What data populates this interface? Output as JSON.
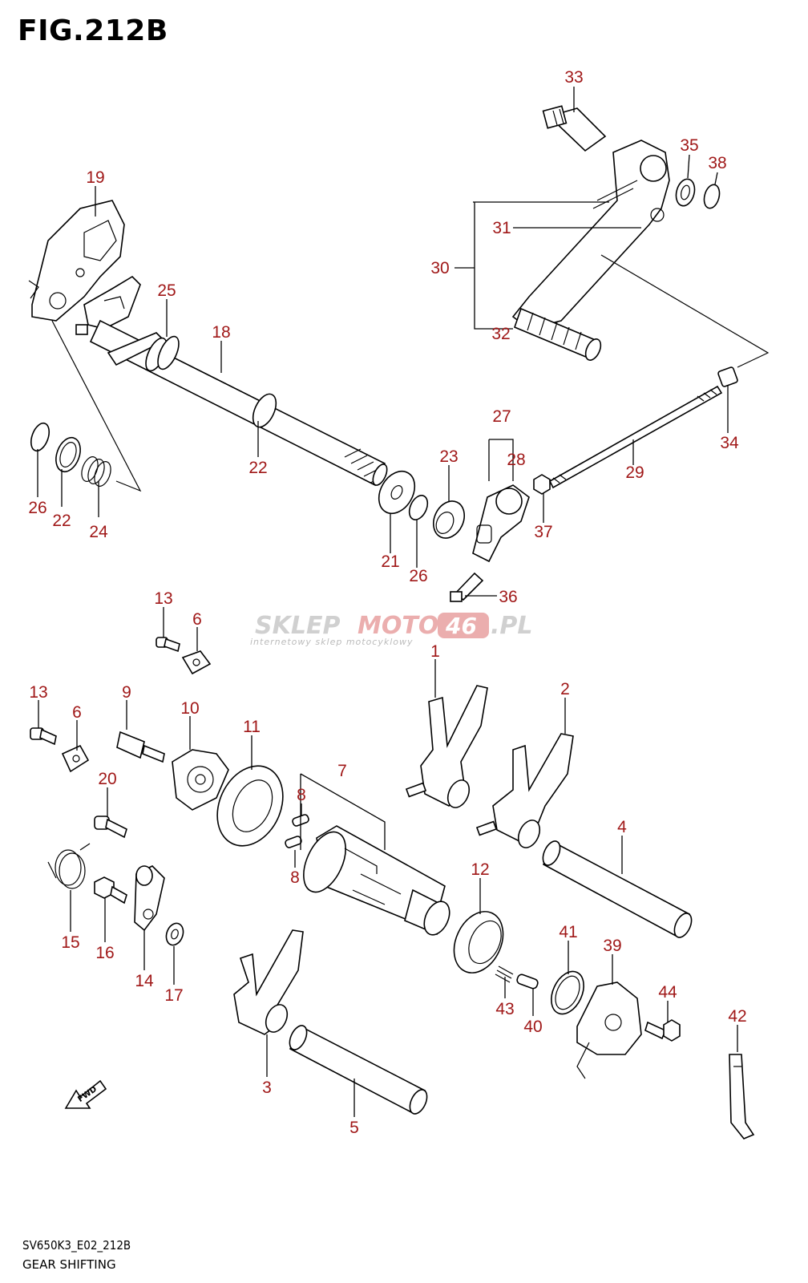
{
  "figure": {
    "title": "FIG.212B",
    "code": "SV650K3_E02_212B",
    "name": "GEAR SHIFTING"
  },
  "watermark": {
    "brand_left": "SKLEP",
    "brand_mid": "MOTO",
    "brand_num": "46",
    "brand_tld": ".PL",
    "tagline": "internetowy sklep motocyklowy"
  },
  "fwd_label": "FWD",
  "colors": {
    "callout": "#a01818",
    "line": "#000000",
    "watermark_red": "#e8a0a0",
    "watermark_grey": "#c8c8c8"
  },
  "callouts": [
    {
      "id": "c33",
      "label": "33"
    },
    {
      "id": "c35",
      "label": "35"
    },
    {
      "id": "c38",
      "label": "38"
    },
    {
      "id": "c19",
      "label": "19"
    },
    {
      "id": "c31",
      "label": "31"
    },
    {
      "id": "c30",
      "label": "30"
    },
    {
      "id": "c25",
      "label": "25"
    },
    {
      "id": "c18",
      "label": "18"
    },
    {
      "id": "c32",
      "label": "32"
    },
    {
      "id": "c34",
      "label": "34"
    },
    {
      "id": "c27",
      "label": "27"
    },
    {
      "id": "c23",
      "label": "23"
    },
    {
      "id": "c28",
      "label": "28"
    },
    {
      "id": "c29",
      "label": "29"
    },
    {
      "id": "c22a",
      "label": "22"
    },
    {
      "id": "c26a",
      "label": "26"
    },
    {
      "id": "c22b",
      "label": "22"
    },
    {
      "id": "c24",
      "label": "24"
    },
    {
      "id": "c37",
      "label": "37"
    },
    {
      "id": "c21",
      "label": "21"
    },
    {
      "id": "c26b",
      "label": "26"
    },
    {
      "id": "c36",
      "label": "36"
    },
    {
      "id": "c13a",
      "label": "13"
    },
    {
      "id": "c6a",
      "label": "6"
    },
    {
      "id": "c1",
      "label": "1"
    },
    {
      "id": "c13b",
      "label": "13"
    },
    {
      "id": "c9",
      "label": "9"
    },
    {
      "id": "c2",
      "label": "2"
    },
    {
      "id": "c6b",
      "label": "6"
    },
    {
      "id": "c10",
      "label": "10"
    },
    {
      "id": "c11",
      "label": "11"
    },
    {
      "id": "c7",
      "label": "7"
    },
    {
      "id": "c8a",
      "label": "8"
    },
    {
      "id": "c20",
      "label": "20"
    },
    {
      "id": "c4",
      "label": "4"
    },
    {
      "id": "c8b",
      "label": "8"
    },
    {
      "id": "c12",
      "label": "12"
    },
    {
      "id": "c15",
      "label": "15"
    },
    {
      "id": "c16",
      "label": "16"
    },
    {
      "id": "c41",
      "label": "41"
    },
    {
      "id": "c39",
      "label": "39"
    },
    {
      "id": "c14",
      "label": "14"
    },
    {
      "id": "c17",
      "label": "17"
    },
    {
      "id": "c44",
      "label": "44"
    },
    {
      "id": "c42",
      "label": "42"
    },
    {
      "id": "c43",
      "label": "43"
    },
    {
      "id": "c40",
      "label": "40"
    },
    {
      "id": "c3",
      "label": "3"
    },
    {
      "id": "c5",
      "label": "5"
    }
  ]
}
